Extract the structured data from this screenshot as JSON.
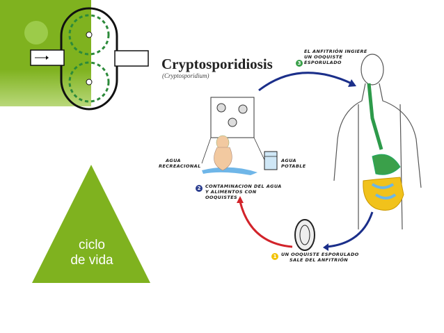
{
  "slide": {
    "triangle_label_line1": "ciclo",
    "triangle_label_line2": "de vida",
    "accent_color": "#7fb21f"
  },
  "diagram": {
    "title": "Cryptosporidiosis",
    "subtitle": "(Cryptosporidium)",
    "steps": [
      {
        "number": "1",
        "line1": "UN OOQUISTE ESPORULADO",
        "line2": "SALE DEL ANFITRIÓN",
        "color": "#f2c200"
      },
      {
        "number": "2",
        "line1": "CONTAMINACION DEL AGUA",
        "line2": "Y ALIMENTOS CON OOQUISTES",
        "color": "#2b3e8f"
      },
      {
        "number": "3",
        "line1": "EL ANFITRIÓN INGIERE",
        "line2": "UN OOQUISTE ESPORULADO",
        "color": "#3aa04a"
      }
    ],
    "labels": {
      "water_recreational_1": "AGUA",
      "water_recreational_2": "RECREACIONAL",
      "water_potable_1": "AGUA",
      "water_potable_2": "POTABLE"
    },
    "arrow_colors": {
      "blue": "#1b2f8a",
      "red": "#d2232a"
    }
  }
}
